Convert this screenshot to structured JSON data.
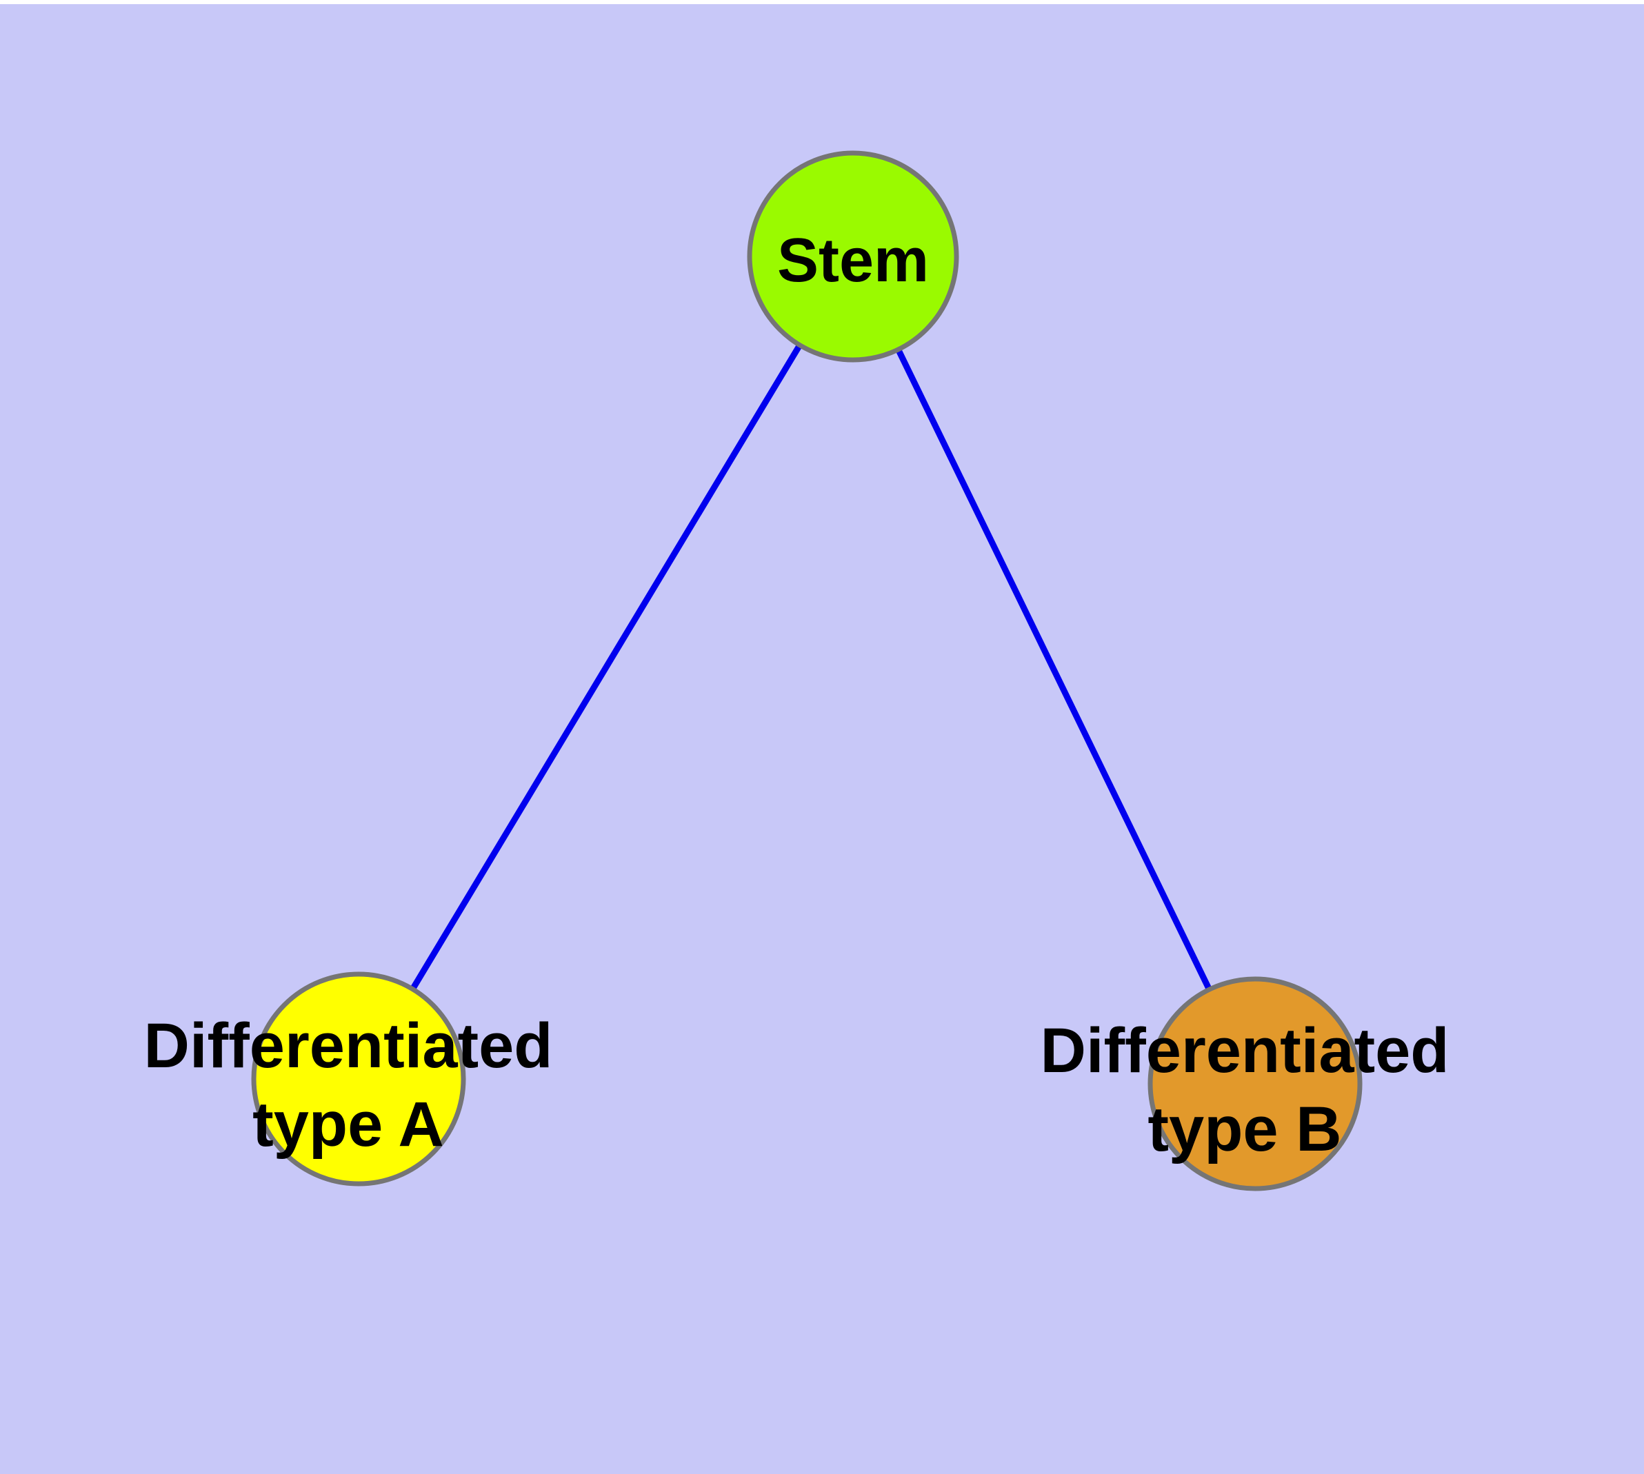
{
  "diagram": {
    "title": "",
    "background_color": "#c8c8f8",
    "top_margin_color": "#ffffff",
    "edge_color": "#0000ee",
    "node_border_color": "#757575",
    "label_color": "#000000",
    "nodes": [
      {
        "id": "stem",
        "label": "Stem",
        "color": "#9afa00"
      },
      {
        "id": "differentiated-type-a",
        "label_line1": "Differentiated",
        "label_line2": "type A",
        "label_full": "Differentiated type A",
        "color": "#ffff00"
      },
      {
        "id": "differentiated-type-b",
        "label_line1": "Differentiated",
        "label_line2": "type B",
        "label_full": "Differentiated type B",
        "color": "#e2992b"
      }
    ],
    "edges": [
      {
        "from": "stem",
        "to": "differentiated-type-a"
      },
      {
        "from": "stem",
        "to": "differentiated-type-b"
      }
    ]
  }
}
